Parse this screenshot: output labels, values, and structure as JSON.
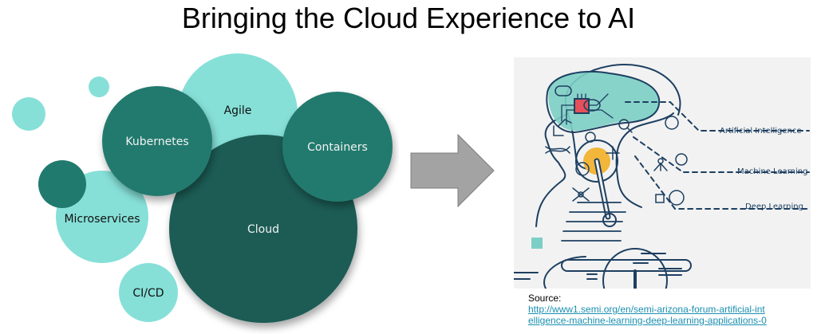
{
  "title": "Bringing the Cloud Experience to AI",
  "colors": {
    "light_teal": "#86e0d8",
    "mid_teal": "#217a6e",
    "dark_teal": "#1b5c55",
    "arrow_gray": "#a3a3a3",
    "panel_bg": "#f2f2f2",
    "line_navy": "#1d3f61",
    "brain_teal": "#7ccfc4",
    "chip_red": "#e5505a",
    "sensor_yellow": "#f2b63a",
    "link_color": "#1a8fb0"
  },
  "bubbles": [
    {
      "id": "dot-small",
      "label": "",
      "tone": "light"
    },
    {
      "id": "dot-left",
      "label": "",
      "tone": "light"
    },
    {
      "id": "agile",
      "label": "Agile",
      "tone": "light"
    },
    {
      "id": "microservices",
      "label": "Microservices",
      "tone": "light"
    },
    {
      "id": "dot-dark",
      "label": "",
      "tone": "mid"
    },
    {
      "id": "ci-cd",
      "label": "CI/CD",
      "tone": "light"
    },
    {
      "id": "cloud",
      "label": "Cloud",
      "tone": "dark"
    },
    {
      "id": "kubernetes",
      "label": "Kubernetes",
      "tone": "mid"
    },
    {
      "id": "containers",
      "label": "Containers",
      "tone": "mid"
    }
  ],
  "arrow_icon": "right-arrow-icon",
  "ai_illustration": {
    "labels": {
      "artificial_intelligence": "Artificial Intelligence",
      "machine_learning": "Machine Learning",
      "deep_learning": "Deep Learning"
    }
  },
  "source": {
    "label": "Source:",
    "url": "http://www1.semi.org/en/semi-arizona-forum-artificial-intelligence-machine-learning-deep-learning-applications-0"
  }
}
